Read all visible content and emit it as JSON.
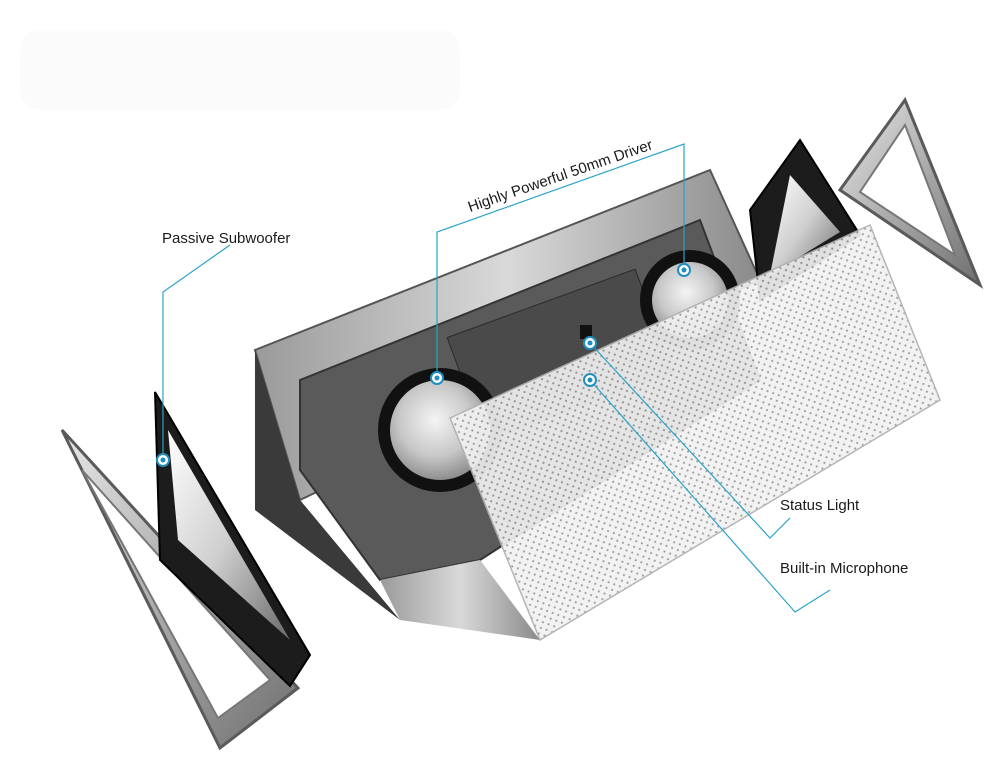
{
  "callouts": {
    "driver": "Highly Powerful 50mm Driver",
    "subwoofer": "Passive Subwoofer",
    "status_light": "Status Light",
    "microphone": "Built-in Microphone"
  },
  "colors": {
    "callout_line": "#2aa3c9",
    "callout_dot": "#1e8fc0"
  }
}
